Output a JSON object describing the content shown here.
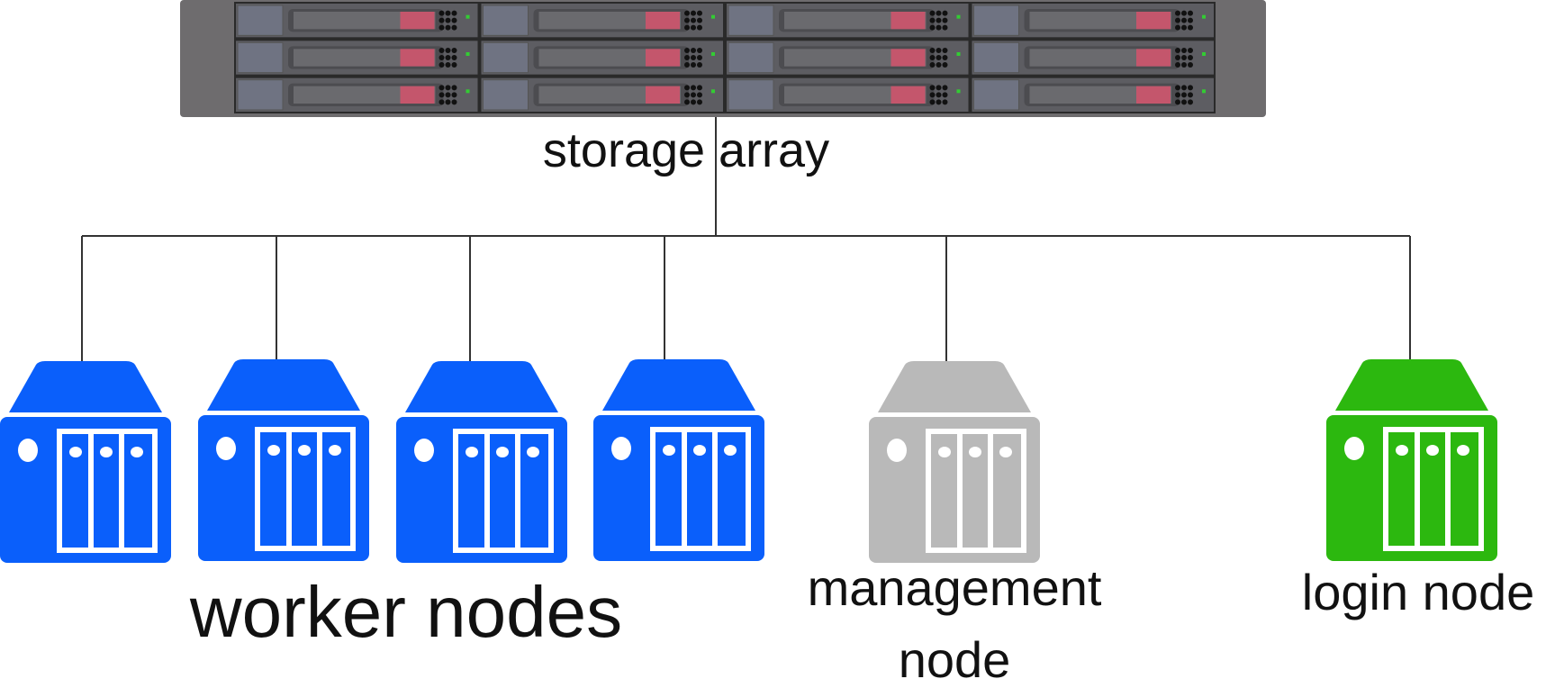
{
  "storage": {
    "label": "storage array",
    "bays_per_row": 4,
    "rows": 3
  },
  "groups": {
    "worker": {
      "label": "worker nodes",
      "count": 4
    },
    "management": {
      "label_line1": "management",
      "label_line2": "node"
    },
    "login": {
      "label": "login node"
    }
  },
  "colors": {
    "worker": "#0a5ffb",
    "management": "#b9b9b9",
    "login": "#2cb80f",
    "line": "#333333",
    "chassis": "#6e6c6e",
    "drive_handle": "#c4566c"
  }
}
